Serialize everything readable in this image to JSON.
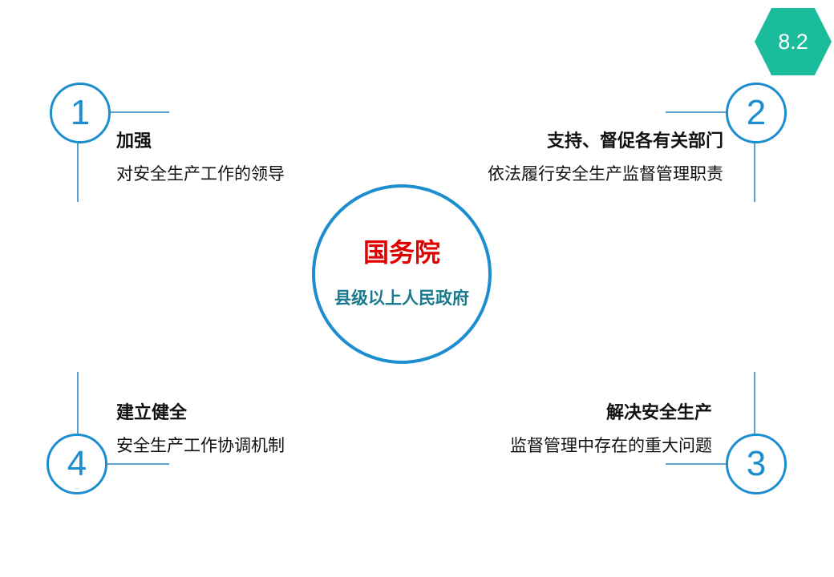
{
  "badge": {
    "label": "8.2",
    "color": "#1abc9c"
  },
  "center": {
    "main": "国务院",
    "sub": "县级以上人民政府"
  },
  "items": [
    {
      "number": "1",
      "title": "加强",
      "desc": "对安全生产工作的领导"
    },
    {
      "number": "2",
      "title": "支持、督促各有关部门",
      "desc": "依法履行安全生产监督管理职责"
    },
    {
      "number": "3",
      "title": "解决安全生产",
      "desc": "监督管理中存在的重大问题"
    },
    {
      "number": "4",
      "title": "建立健全",
      "desc": "安全生产工作协调机制"
    }
  ],
  "colors": {
    "accent_blue": "#1c8ecf",
    "center_main": "#e10000",
    "center_sub": "#1a7a8c"
  }
}
